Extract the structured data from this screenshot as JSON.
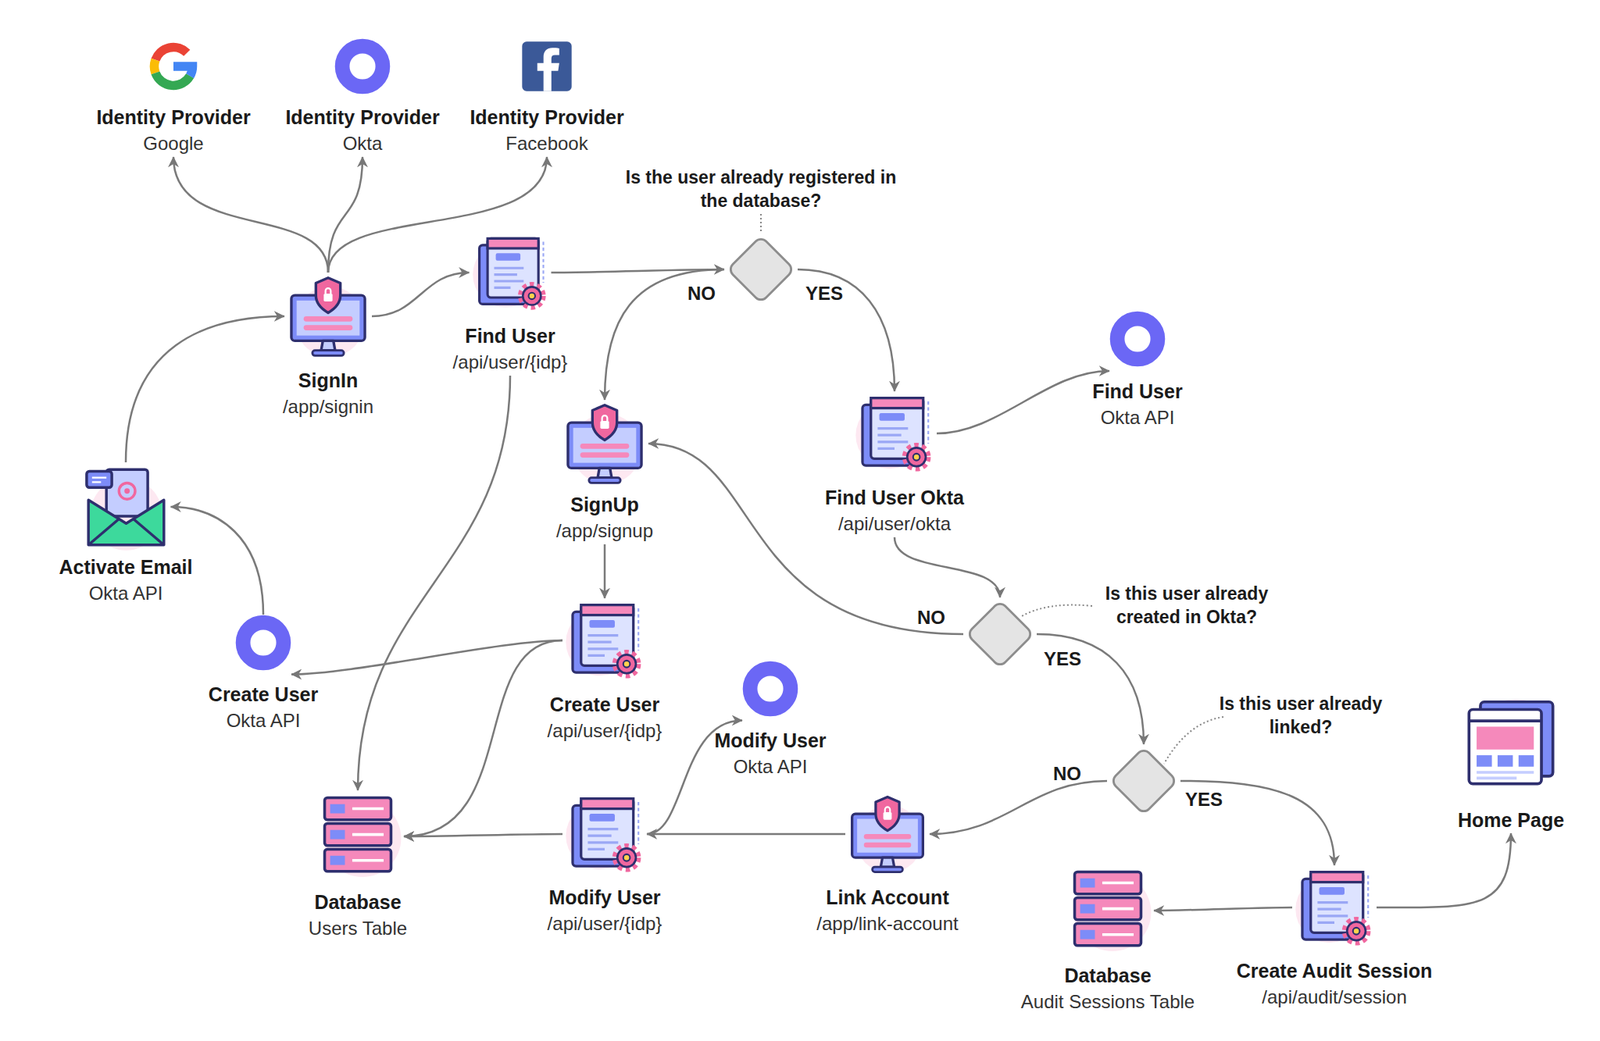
{
  "diagram": {
    "nodes": [
      {
        "text": [
          "Identity Provider",
          "Google"
        ]
      },
      {
        "text": [
          "Identity Provider",
          "Okta"
        ]
      },
      {
        "text": [
          "Identity Provider",
          "Facebook"
        ]
      },
      {
        "text": [
          "SignIn",
          "/app/signin"
        ]
      },
      {
        "text": [
          "Find User",
          "/api/user/{idp}"
        ]
      },
      {
        "text": [
          "Is the user already registered in the database?"
        ]
      },
      {
        "text": [
          "SignUp",
          "/app/signup"
        ]
      },
      {
        "text": [
          "Find User Okta",
          "/api/user/okta"
        ]
      },
      {
        "text": [
          "Find User",
          "Okta API"
        ]
      },
      {
        "text": [
          "Activate Email",
          "Okta API"
        ]
      },
      {
        "text": [
          "Create User",
          "Okta API"
        ]
      },
      {
        "text": [
          "Create User",
          "/api/user/{idp}"
        ]
      },
      {
        "text": [
          "Is this user already created in Okta?"
        ]
      },
      {
        "text": [
          "Modify User",
          "Okta API"
        ]
      },
      {
        "text": [
          "Is this user already linked?"
        ]
      },
      {
        "text": [
          "Home Page"
        ]
      },
      {
        "text": [
          "Database",
          "Users Table"
        ]
      },
      {
        "text": [
          "Modify User",
          "/api/user/{idp}"
        ]
      },
      {
        "text": [
          "Link Account",
          "/app/link-account"
        ]
      },
      {
        "text": [
          "Database",
          "Audit Sessions Table"
        ]
      },
      {
        "text": [
          "Create Audit Session",
          "/api/audit/session"
        ]
      }
    ],
    "edges": [
      {
        "from": 3,
        "to": 0,
        "arrow": "to"
      },
      {
        "from": 3,
        "to": 1,
        "arrow": "to"
      },
      {
        "from": 3,
        "to": 2,
        "arrow": "to"
      },
      {
        "from": 3,
        "to": 4,
        "arrow": "to"
      },
      {
        "from": 4,
        "to": 5,
        "arrow": "to"
      },
      {
        "from": 4,
        "to": 16,
        "arrow": "to"
      },
      {
        "from": 5,
        "to": 6,
        "label": "NO",
        "arrow": "to"
      },
      {
        "from": 5,
        "to": 7,
        "label": "YES",
        "arrow": "to"
      },
      {
        "from": 7,
        "to": 8,
        "arrow": "to"
      },
      {
        "from": 7,
        "to": 12,
        "arrow": "to"
      },
      {
        "from": 12,
        "to": 6,
        "label": "NO",
        "arrow": "to"
      },
      {
        "from": 12,
        "to": 14,
        "label": "YES",
        "arrow": "to"
      },
      {
        "from": 14,
        "to": 18,
        "label": "NO",
        "arrow": "to"
      },
      {
        "from": 14,
        "to": 20,
        "label": "YES",
        "arrow": "to"
      },
      {
        "from": 6,
        "to": 11,
        "arrow": "to"
      },
      {
        "from": 11,
        "to": 10,
        "arrow": "to"
      },
      {
        "from": 11,
        "to": 16,
        "arrow": "to"
      },
      {
        "from": 10,
        "to": 9,
        "arrow": "to"
      },
      {
        "from": 9,
        "to": 3,
        "arrow": "to"
      },
      {
        "from": 18,
        "to": 17,
        "arrow": "to"
      },
      {
        "from": 17,
        "to": 13,
        "arrow": "to"
      },
      {
        "from": 17,
        "to": 16,
        "arrow": "to"
      },
      {
        "from": 20,
        "to": 19,
        "arrow": "to"
      },
      {
        "from": 20,
        "to": 15,
        "arrow": "to"
      }
    ]
  }
}
